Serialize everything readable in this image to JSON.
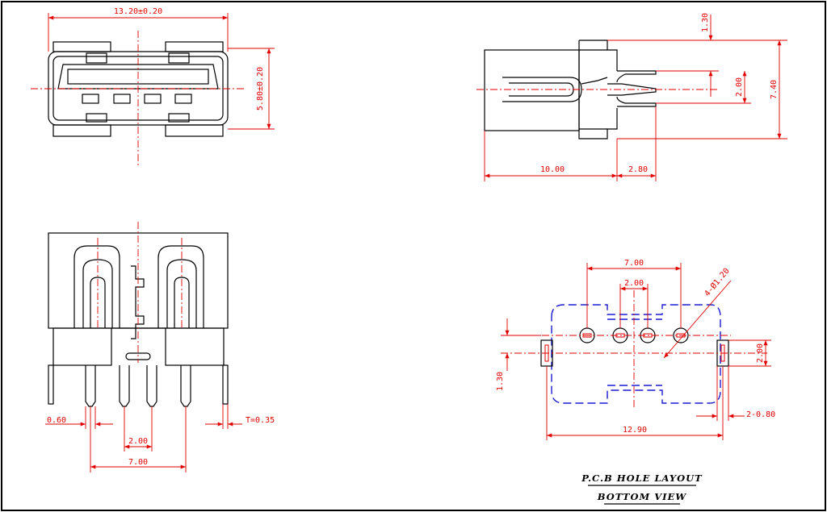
{
  "colors": {
    "outline": "#000000",
    "dimension": "#e00000",
    "pcb_outline": "#1a1ad0"
  },
  "dimensions": {
    "front_width": "13.20±0.20",
    "front_height": "5.80±0.20",
    "side_top": "1.30",
    "side_pin_gap": "2.00",
    "side_height": "7.40",
    "side_body_length": "10.00",
    "side_pin_length": "2.80",
    "bottom_pin_thickness_left": "0.60",
    "bottom_pin_pitch": "2.00",
    "bottom_pin_span": "7.00",
    "bottom_tab_thickness": "T=0.35",
    "pcb_span": "7.00",
    "pcb_pitch": "2.00",
    "pcb_hole": "4-Ø1.20",
    "pcb_tab_gap": "2.00",
    "pcb_offset": "1.30",
    "pcb_slot": "2-0.80",
    "pcb_width": "12.90"
  },
  "labels": {
    "pcb_title": "P.C.B HOLE LAYOUT",
    "pcb_subtitle": "BOTTOM VIEW"
  }
}
